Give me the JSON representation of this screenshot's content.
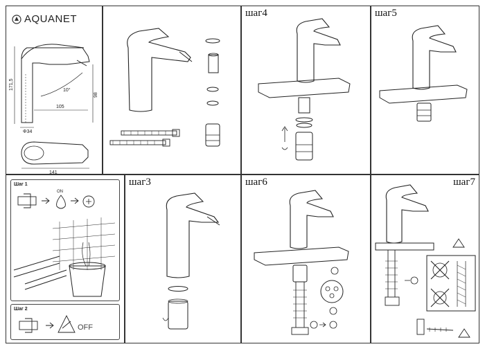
{
  "brand": {
    "name": "AQUANET",
    "logo_icon": "aquanet-logo-icon"
  },
  "dimensions": {
    "height": "171,5",
    "angle": "10°",
    "spout_reach": "105",
    "spout_height": "98",
    "base_diameter": "Φ34",
    "handle_length": "141"
  },
  "steps": {
    "step3": "шаг3",
    "step4": "шаг4",
    "step5": "шаг5",
    "step6": "шаг6",
    "step7": "шаг7"
  },
  "prep": {
    "step1_label": "Шаг 1",
    "step1_on": "ON",
    "step2_label": "Шаг 2",
    "step2_off": "OFF"
  }
}
